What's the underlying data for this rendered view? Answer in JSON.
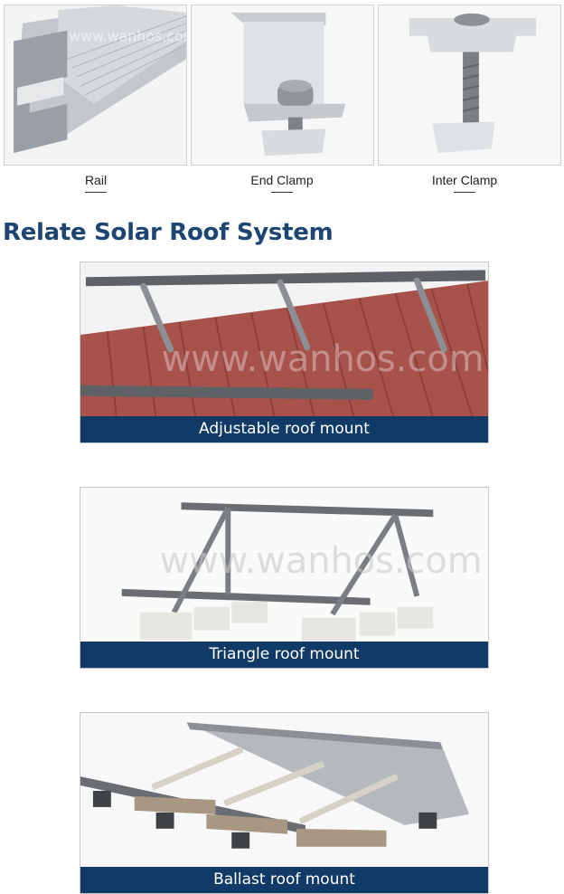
{
  "products": [
    {
      "caption": "Rail"
    },
    {
      "caption": "End Clamp"
    },
    {
      "caption": "Inter Clamp"
    }
  ],
  "watermark": "www.wanhos.com",
  "section": {
    "title": "Relate Solar Roof System"
  },
  "systems": [
    {
      "caption": "Adjustable roof mount"
    },
    {
      "caption": "Triangle roof mount"
    },
    {
      "caption": "Ballast roof mount"
    }
  ],
  "colors": {
    "banner": "#113a66",
    "title": "#1d4571",
    "roof": "#a8524c",
    "aluminium": "#b8bcc0"
  }
}
